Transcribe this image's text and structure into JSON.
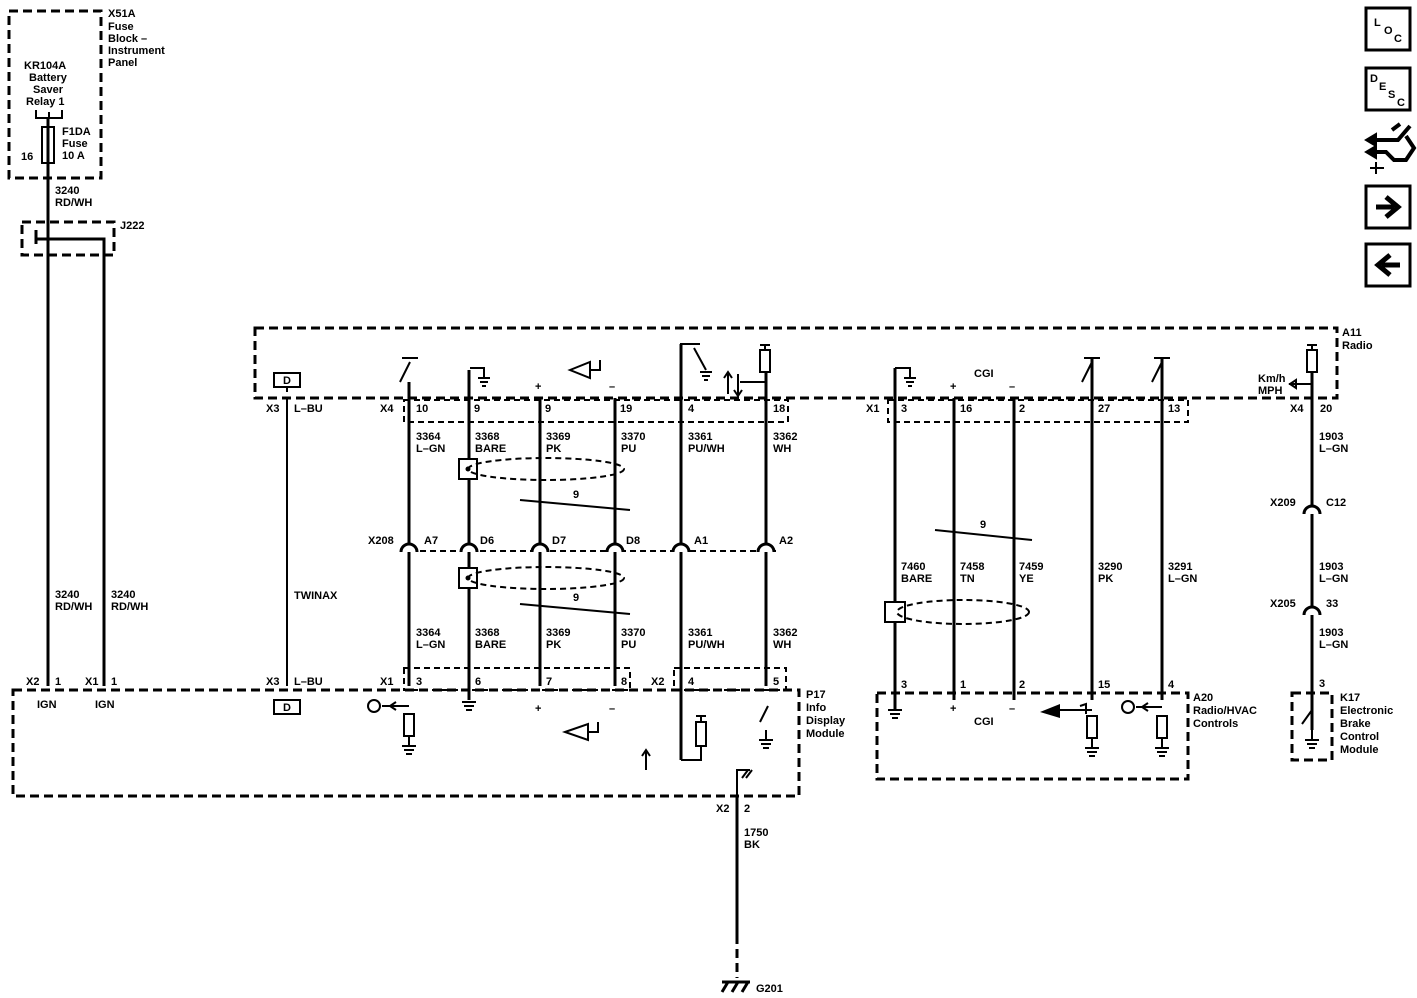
{
  "modules": {
    "x51a": "X51A",
    "fuse_block": [
      "Fuse",
      "Block –",
      "Instrument",
      "Panel"
    ],
    "relay": [
      "KR104A",
      "Battery",
      "Saver",
      "Relay 1"
    ],
    "fuse": [
      "F1DA",
      "Fuse",
      "10 A"
    ],
    "fuse_pin": "16",
    "j222": "J222",
    "a11": [
      "A11",
      "Radio"
    ],
    "p17": [
      "P17",
      "Info",
      "Display",
      "Module"
    ],
    "a20": [
      "A20",
      "Radio/HVAC",
      "Controls"
    ],
    "k17": [
      "K17",
      "Electronic",
      "Brake",
      "Control",
      "Module"
    ],
    "g201": "G201"
  },
  "left_wires": {
    "top_circuit": "3240",
    "top_color": "RD/WH",
    "mid1_circuit": "3240",
    "mid1_color": "RD/WH",
    "mid2_circuit": "3240",
    "mid2_color": "RD/WH",
    "x2": "X2",
    "x2_pin": "1",
    "x1": "X1",
    "x1_pin": "1",
    "ign1": "IGN",
    "ign2": "IGN"
  },
  "a11_connectors": {
    "x3": "X3",
    "x3_color": "L–BU",
    "x4": "X4",
    "x1": "X1",
    "x4b": "X4",
    "cgi": "CGI",
    "kmh": "Km/h",
    "mph": "MPH",
    "d_box": "D",
    "pins_x4": [
      "10",
      "9",
      "9",
      "19",
      "4",
      "18"
    ],
    "pins_x1": [
      "3",
      "16",
      "2",
      "27",
      "13"
    ],
    "pin_k": "20"
  },
  "twinax": "TWINAX",
  "upper_wires": [
    {
      "circuit": "3364",
      "color": "L–GN"
    },
    {
      "circuit": "3368",
      "color": "BARE"
    },
    {
      "circuit": "3369",
      "color": "PK"
    },
    {
      "circuit": "3370",
      "color": "PU"
    },
    {
      "circuit": "3361",
      "color": "PU/WH"
    },
    {
      "circuit": "3362",
      "color": "WH"
    }
  ],
  "lower_wires": [
    {
      "circuit": "3364",
      "color": "L–GN"
    },
    {
      "circuit": "3368",
      "color": "BARE"
    },
    {
      "circuit": "3369",
      "color": "PK"
    },
    {
      "circuit": "3370",
      "color": "PU"
    },
    {
      "circuit": "3361",
      "color": "PU/WH"
    },
    {
      "circuit": "3362",
      "color": "WH"
    }
  ],
  "x208": {
    "label": "X208",
    "pins": [
      "A7",
      "D6",
      "D7",
      "D8",
      "A1",
      "A2"
    ]
  },
  "twist": "9",
  "right_wires": [
    {
      "circuit": "7460",
      "color": "BARE"
    },
    {
      "circuit": "7458",
      "color": "TN"
    },
    {
      "circuit": "7459",
      "color": "YE"
    },
    {
      "circuit": "3290",
      "color": "PK"
    },
    {
      "circuit": "3291",
      "color": "L–GN"
    }
  ],
  "k17_wires": {
    "w1": {
      "circuit": "1903",
      "color": "L–GN"
    },
    "x209": "X209",
    "x209_pin": "C12",
    "w2": {
      "circuit": "1903",
      "color": "L–GN"
    },
    "x205": "X205",
    "x205_pin": "33",
    "w3": {
      "circuit": "1903",
      "color": "L–GN"
    },
    "k17_pin": "3"
  },
  "p17_connectors": {
    "x2": "X2",
    "x3": "X3",
    "x3_color": "L–BU",
    "x1": "X1",
    "x2b": "X2",
    "pins_x1": [
      "3",
      "6",
      "7",
      "8"
    ],
    "pins_x2": [
      "4",
      "5"
    ],
    "ground_conn": "X2",
    "ground_pin": "2",
    "ground_wire": {
      "circuit": "1750",
      "color": "BK"
    }
  },
  "a20_connectors": {
    "pins": [
      "3",
      "1",
      "2",
      "15",
      "4"
    ],
    "cgi": "CGI"
  },
  "nav": {
    "loc": [
      "L",
      "O",
      "C"
    ],
    "desc": [
      "D",
      "E",
      "S",
      "C"
    ]
  }
}
